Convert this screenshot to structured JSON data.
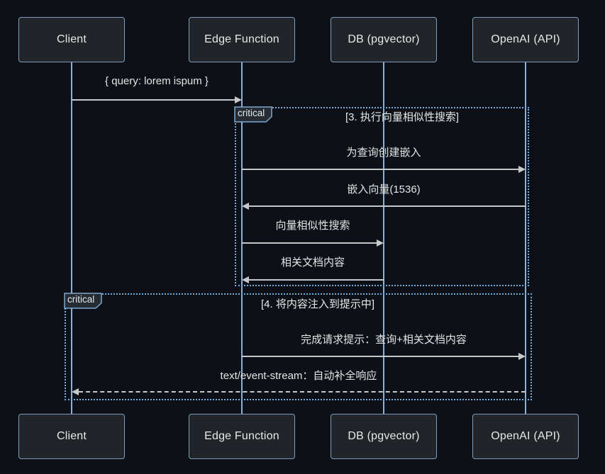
{
  "diagram": {
    "kind": "sequence-diagram",
    "actors": [
      "Client",
      "Edge Function",
      "DB (pgvector)",
      "OpenAI (API)"
    ],
    "messages": [
      {
        "from": "Client",
        "to": "Edge Function",
        "text": "{ query: lorem ispum }",
        "line": "solid"
      },
      {
        "from": "Edge Function",
        "to": "OpenAI (API)",
        "text": "为查询创建嵌入",
        "line": "solid"
      },
      {
        "from": "OpenAI (API)",
        "to": "Edge Function",
        "text": "嵌入向量(1536)",
        "line": "solid"
      },
      {
        "from": "Edge Function",
        "to": "DB (pgvector)",
        "text": "向量相似性搜索",
        "line": "solid"
      },
      {
        "from": "DB (pgvector)",
        "to": "Edge Function",
        "text": "相关文档内容",
        "line": "solid"
      },
      {
        "from": "Edge Function",
        "to": "OpenAI (API)",
        "text": "完成请求提示：查询+相关文档内容",
        "line": "solid"
      },
      {
        "from": "OpenAI (API)",
        "to": "Client",
        "text": "text/event-stream：自动补全响应",
        "line": "dashed"
      }
    ],
    "blocks": [
      {
        "label": "critical",
        "title": "[3. 执行向量相似性搜索]"
      },
      {
        "label": "critical",
        "title": "[4. 将内容注入到提示中]"
      }
    ],
    "colors": {
      "background": "#0d1117",
      "actor_fill": "#212529",
      "actor_border": "#7e9cba",
      "lifeline": "#8ab0d8",
      "block_border": "#76aede",
      "arrow": "#c8c8c8",
      "text": "#e6e6e6"
    }
  }
}
